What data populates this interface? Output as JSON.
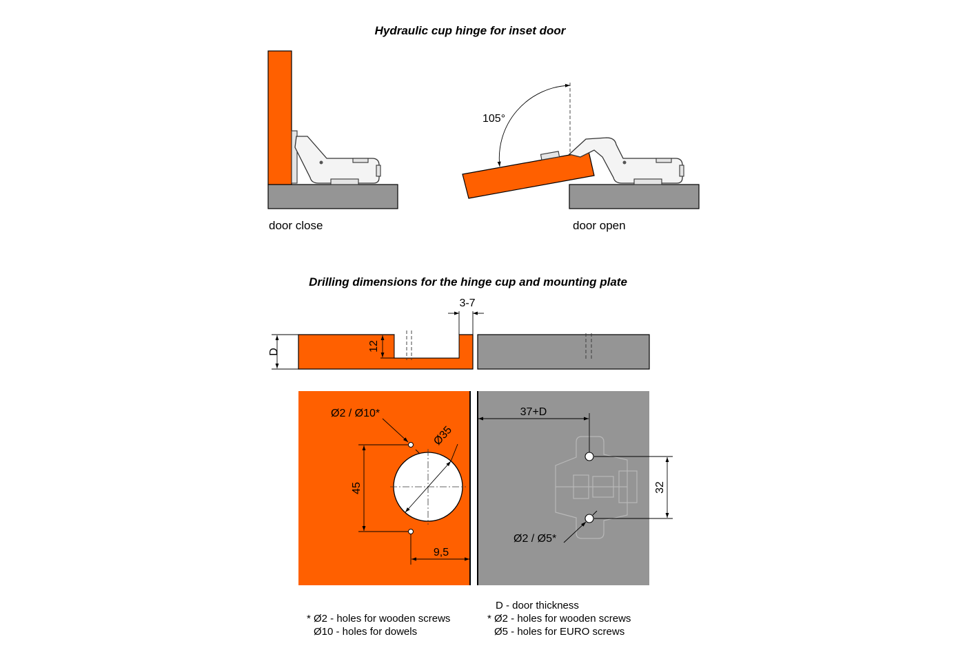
{
  "titles": {
    "top": "Hydraulic cup hinge for inset door",
    "bottom": "Drilling dimensions for the hinge cup and mounting plate"
  },
  "captions": {
    "door_close": "door close",
    "door_open": "door open"
  },
  "dimensions": {
    "angle": "105°",
    "gap": "3-7",
    "thickness": "D",
    "cup_depth": "12",
    "holes_door": "Ø2 / Ø10*",
    "cup_diameter": "Ø35",
    "hole_spacing_door": "45",
    "edge_offset": "9,5",
    "plate_offset": "37+D",
    "hole_spacing_plate": "32",
    "holes_plate": "Ø2 / Ø5*"
  },
  "legend": {
    "door_thickness": "D - door thickness",
    "left_line1": "* Ø2 - holes for wooden screws",
    "left_line2": "Ø10 - holes for dowels",
    "right_line1": "* Ø2 - holes for wooden screws",
    "right_line2": "Ø5 - holes for EURO screws"
  },
  "colors": {
    "door": "#ff6000",
    "cabinet": "#959595",
    "line": "#000000"
  }
}
